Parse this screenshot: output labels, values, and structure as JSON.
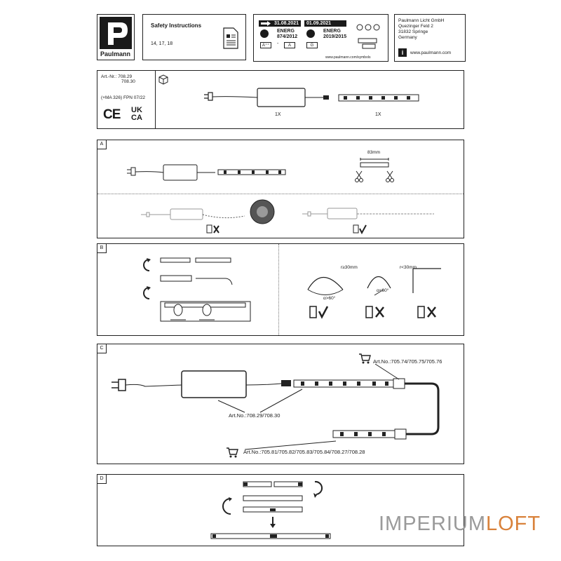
{
  "brand": {
    "name": "Paulmann"
  },
  "safety": {
    "title": "Safety Instructions",
    "pages": "14, 17, 18"
  },
  "energy": {
    "date_old": "31.08.2021",
    "date_new": "01.09.2021",
    "label_old": "ENERG",
    "reg_old": "874/2012",
    "label_new": "ENERG",
    "reg_new": "2019/2015",
    "class_old_from": "A⁺⁺",
    "class_old_sep": "-",
    "class_old_to": "A",
    "class_new": "G",
    "url": "www.paulmann.com/symbols"
  },
  "company": {
    "name": "Paulmann Licht GmbH",
    "street": "Quezinger Feld 2",
    "city": "31832 Springe",
    "country": "Germany",
    "web": "www.paulmann.com"
  },
  "article": {
    "label": "Art.-Nr.:",
    "nr1": "708.29",
    "nr2": "708.30",
    "code": "(+MA 326) FPN 07/22",
    "ce": "CE",
    "ukca_1": "UK",
    "ukca_2": "CA",
    "qty_driver": "1X",
    "qty_strip": "1X"
  },
  "section_a": {
    "label": "A",
    "cut_distance": "83mm"
  },
  "section_b": {
    "label": "B",
    "radius_ok": "r≥30mm",
    "radius_bad": "r<30mm",
    "angle_ok": "α>60°",
    "angle_bad": "α<60°"
  },
  "section_c": {
    "label": "C",
    "art_ext": "Art.No.:705.74/705.75/705.76",
    "art_main": "Art.No.:708.29/708.30",
    "art_strips": "Art.No.:705.81/705.82/705.83/705.84/708.27/708.28"
  },
  "section_d": {
    "label": "D"
  },
  "watermark": {
    "main": "IMPERIUM",
    "accent": "LOFT"
  }
}
